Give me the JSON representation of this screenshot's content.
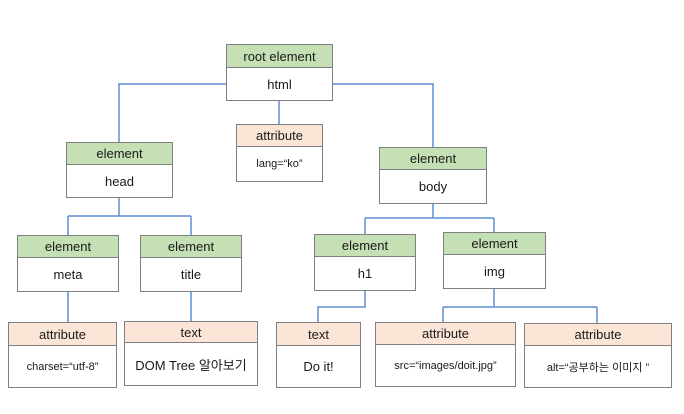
{
  "diagram": {
    "colors": {
      "element_header": "#c5e0b4",
      "attribute_header": "#fbe5d6",
      "text_header": "#fbe5d6",
      "connector": "#5b8fd0"
    },
    "nodes": {
      "html": {
        "kind": "element",
        "label": "root element",
        "value": "html"
      },
      "lang": {
        "kind": "attribute",
        "label": "attribute",
        "value": "lang=“ko”"
      },
      "head": {
        "kind": "element",
        "label": "element",
        "value": "head"
      },
      "body": {
        "kind": "element",
        "label": "element",
        "value": "body"
      },
      "meta": {
        "kind": "element",
        "label": "element",
        "value": "meta"
      },
      "title": {
        "kind": "element",
        "label": "element",
        "value": "title"
      },
      "h1": {
        "kind": "element",
        "label": "element",
        "value": "h1"
      },
      "img": {
        "kind": "element",
        "label": "element",
        "value": "img"
      },
      "charset": {
        "kind": "attribute",
        "label": "attribute",
        "value": "charset=“utf-8”"
      },
      "title_text": {
        "kind": "text",
        "label": "text",
        "value": "DOM Tree 알아보기"
      },
      "h1_text": {
        "kind": "text",
        "label": "text",
        "value": "Do it!"
      },
      "src": {
        "kind": "attribute",
        "label": "attribute",
        "value": "src=“images/doit.jpg”"
      },
      "alt": {
        "kind": "attribute",
        "label": "attribute",
        "value": "alt=“공부하는 이미지 ”"
      }
    }
  }
}
